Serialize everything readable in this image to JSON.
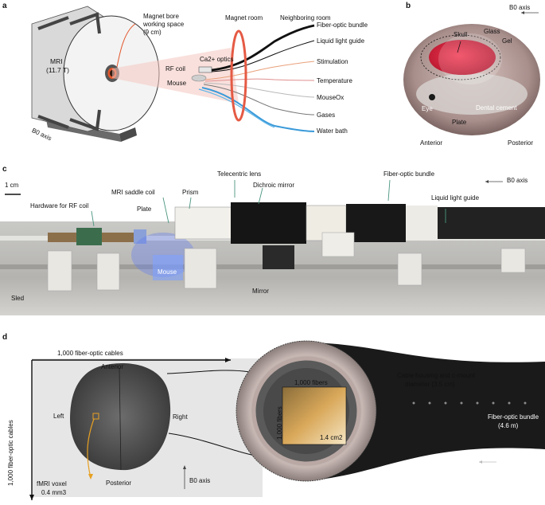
{
  "panels": {
    "a": {
      "letter": "a",
      "mri": {
        "name": "MRI",
        "field": "(11.7 T)"
      },
      "bore": {
        "line1": "Magnet bore",
        "line2": "working space",
        "line3": "(9 cm)"
      },
      "rooms": {
        "magnet": "Magnet room",
        "neighboring": "Neighboring room"
      },
      "rf_coil": "RF coil",
      "ca_optics": "Ca2+ optics",
      "mouse": "Mouse",
      "b0_axis": "B0 axis",
      "cables": [
        {
          "label": "Fiber-optic bundle",
          "color": "#111111"
        },
        {
          "label": "Liquid light guide",
          "color": "#111111"
        },
        {
          "label": "Stimulation",
          "color": "#e9a07a"
        },
        {
          "label": "Temperature",
          "color": "#e08f8f"
        },
        {
          "label": "MouseOx",
          "color": "#b9b9b9"
        },
        {
          "label": "Gases",
          "color": "#777777"
        },
        {
          "label": "Water bath",
          "color": "#3a9ad9"
        }
      ]
    },
    "b": {
      "letter": "b",
      "b0_axis": "B0 axis",
      "labels": {
        "skull": "Skull",
        "glass": "Glass",
        "gel": "Gel",
        "eye": "Eye",
        "dental_cement": "Dental cement",
        "plate": "Plate",
        "anterior": "Anterior",
        "posterior": "Posterior"
      }
    },
    "c": {
      "letter": "c",
      "scale_bar": "1 cm",
      "b0_axis": "B0 axis",
      "labels": {
        "telecentric_lens": "Telecentric lens",
        "dichroic_mirror": "Dichroic mirror",
        "fiber_optic_bundle": "Fiber-optic bundle",
        "mri_saddle_coil": "MRI saddle coil",
        "prism": "Prism",
        "hardware_rf": "Hardware for RF coil",
        "plate": "Plate",
        "liquid_light_guide": "Liquid light guide",
        "mouse": "Mouse",
        "mirror": "Mirror",
        "sled": "Sled"
      }
    },
    "d": {
      "letter": "d",
      "cables_top": "1,000 fiber-optic cables",
      "cables_left": "1,000 fiber-optic cables",
      "anterior": "Anterior",
      "posterior": "Posterior",
      "left": "Left",
      "right": "Right",
      "fibers_top": "1,000 fibers",
      "fibers_side": "1,000 fibers",
      "area": "1.4 cm2",
      "housing_line1": "Cable housing and c-mount",
      "housing_line2": "diameter (3.5 cm)",
      "bundle_line1": "Fiber-optic bundle",
      "bundle_line2": "(4.6 m)",
      "b0_axis": "B0 axis",
      "b0_axis_2": "B0 axis",
      "voxel_line1": "fMRI voxel",
      "voxel_line2": "0.4 mm3"
    }
  }
}
